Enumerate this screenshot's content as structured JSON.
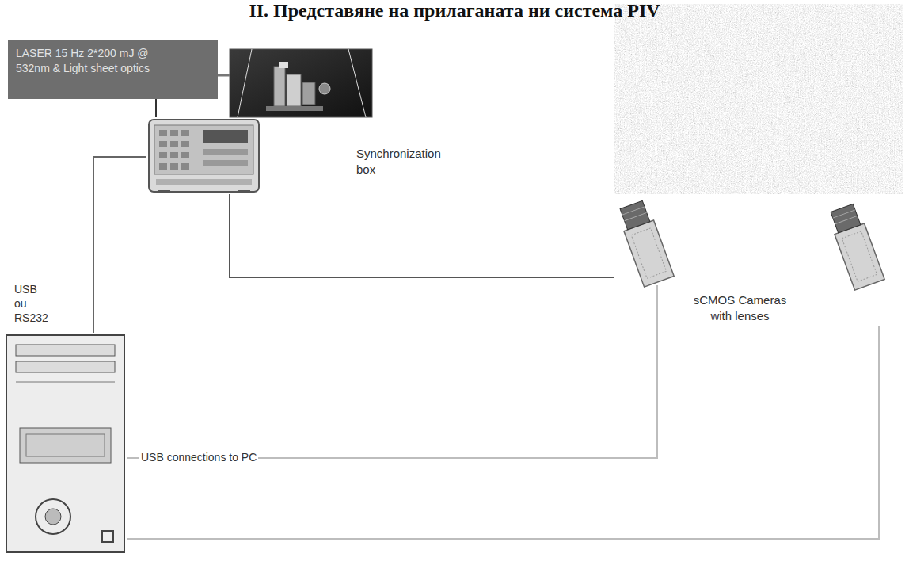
{
  "diagram": {
    "title": "II. Представяне на прилаганата ни система PIV",
    "nodes": [
      {
        "text": [
          "LASER 15 Hz 2*200 mJ @ 532nm & Light sheet optics"
        ]
      },
      {
        "text": [
          "Synchronization box"
        ]
      },
      {
        "text": [
          "sCMOS Cameras with lenses"
        ]
      },
      {
        "text": []
      }
    ],
    "edges": [
      {
        "from": 0,
        "to": 1,
        "arrow": "none"
      },
      {
        "from": 1,
        "to": 2,
        "arrow": "none"
      },
      {
        "from": 1,
        "to": 3,
        "arrow": "none",
        "label": "USB ou RS232"
      },
      {
        "from": 3,
        "to": 2,
        "arrow": "none",
        "label": "USB connections to PC"
      }
    ]
  }
}
